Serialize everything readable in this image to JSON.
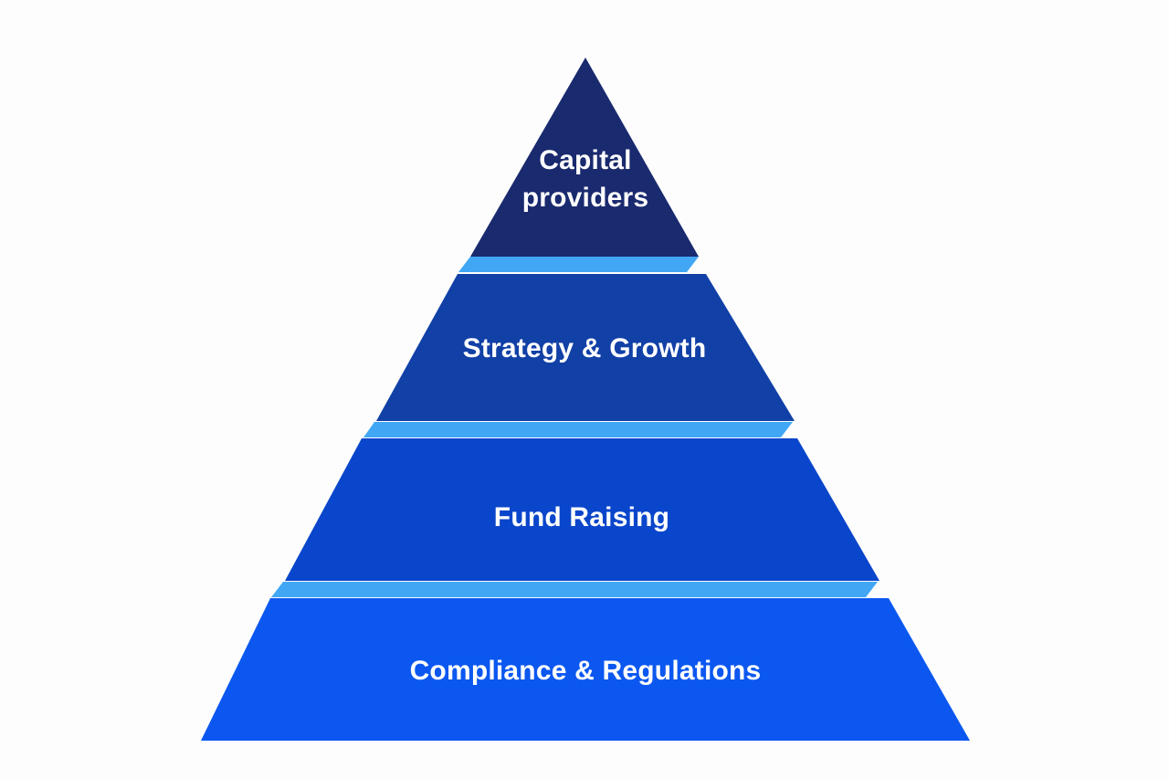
{
  "diagram": {
    "kind": "pyramid-diagram",
    "background_color": "#fdfdfe",
    "separator_color": "#41a7f5",
    "text_color": "#ffffff",
    "layers": [
      {
        "label": "Capital providers",
        "label_lines": [
          "Capital",
          "providers"
        ],
        "color": "#1a2a6e",
        "position": "top"
      },
      {
        "label": "Strategy & Growth",
        "color": "#1140a6",
        "position": "second"
      },
      {
        "label": "Fund Raising",
        "color": "#0a46cb",
        "position": "third"
      },
      {
        "label": "Compliance & Regulations",
        "color": "#0b57f0",
        "position": "bottom"
      }
    ]
  }
}
